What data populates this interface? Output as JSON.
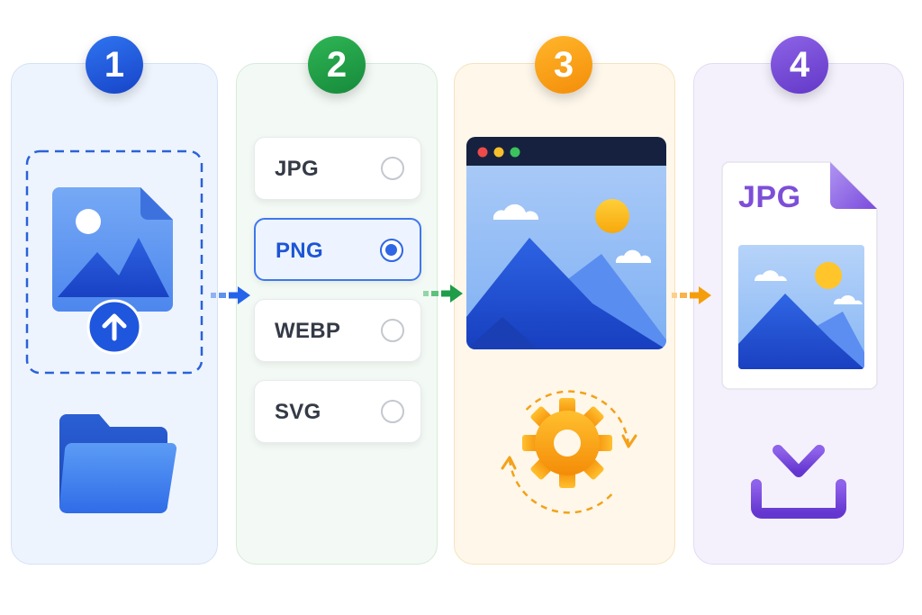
{
  "steps": [
    {
      "number": "1",
      "color": "#2563eb"
    },
    {
      "number": "2",
      "color": "#1f9d48"
    },
    {
      "number": "3",
      "color": "#f59e0b"
    },
    {
      "number": "4",
      "color": "#7c4ddb"
    }
  ],
  "formats": [
    {
      "label": "JPG",
      "selected": false
    },
    {
      "label": "PNG",
      "selected": true
    },
    {
      "label": "WEBP",
      "selected": false
    },
    {
      "label": "SVG",
      "selected": false
    }
  ],
  "output": {
    "format_label": "JPG"
  },
  "icons": {
    "step1": [
      "image-file-icon",
      "upload-arrow-icon",
      "folder-icon"
    ],
    "step3": [
      "browser-window-icon",
      "landscape-preview-icon",
      "gear-icon",
      "refresh-cycle-icon"
    ],
    "step4": [
      "jpg-document-icon",
      "download-icon"
    ],
    "connectors": [
      "arrow-right-icon"
    ]
  }
}
